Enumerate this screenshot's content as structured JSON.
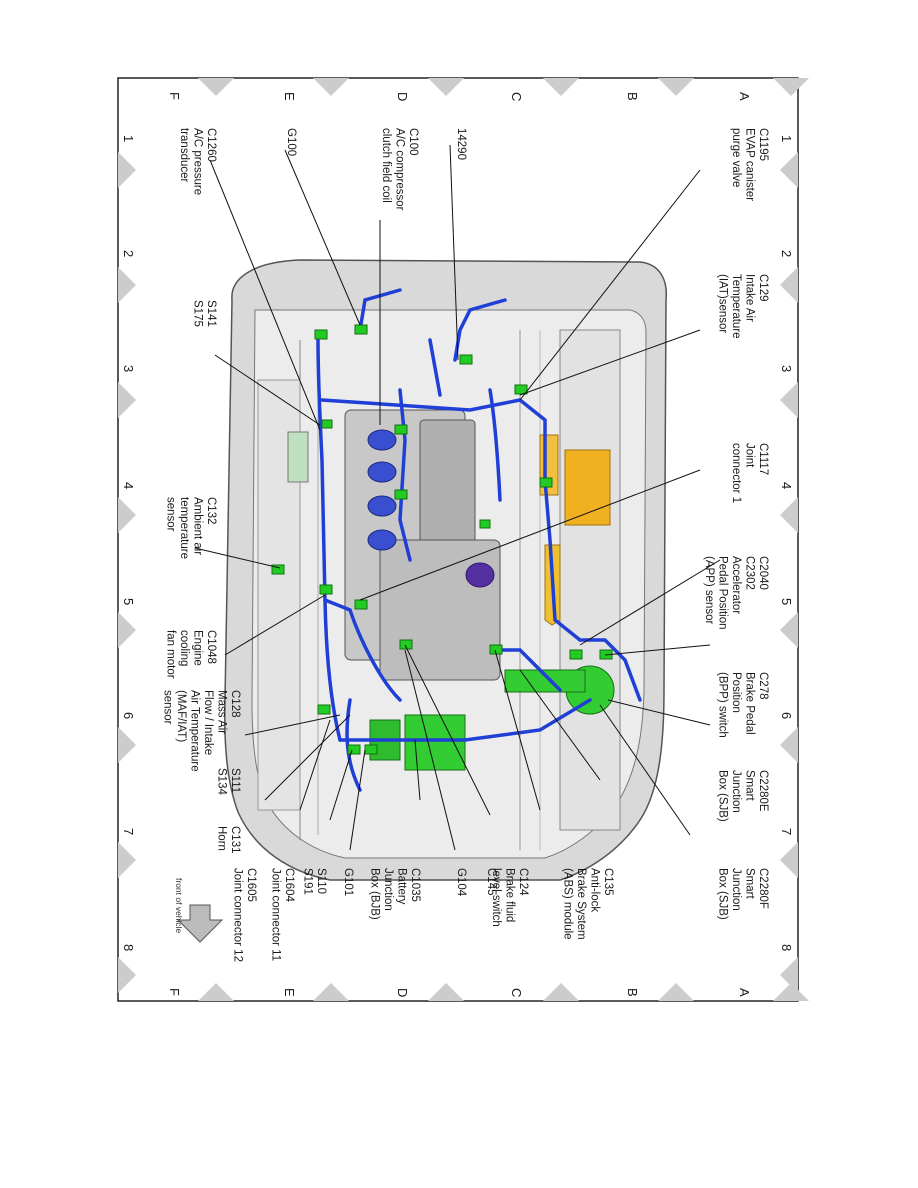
{
  "grid": {
    "top_letters": [
      "A",
      "B",
      "C",
      "D",
      "E",
      "F"
    ],
    "bottom_letters": [
      "A",
      "B",
      "C",
      "D",
      "E",
      "F"
    ],
    "left_numbers": [
      "1",
      "2",
      "3",
      "4",
      "5",
      "6",
      "7",
      "8"
    ],
    "right_numbers": [
      "1",
      "2",
      "3",
      "4",
      "5",
      "6",
      "7",
      "8"
    ]
  },
  "callouts": {
    "c1195": [
      "C1195",
      "EVAP canister",
      "purge valve"
    ],
    "c129": [
      "C129",
      "Intake Air",
      "Temperature",
      "(IAT)sensor"
    ],
    "c1117": [
      "C1117",
      "Joint",
      "connector 1"
    ],
    "c2040": [
      "C2040",
      "C2302",
      "Accelerator",
      "Pedal Position",
      "(APP) sensor"
    ],
    "c278": [
      "C278",
      "Brake Pedal",
      "Position",
      "(BPP) switch"
    ],
    "c2280e": [
      "C2280E",
      "Smart",
      "Junction",
      "Box (SJB)"
    ],
    "c2280f": [
      "C2280F",
      "Smart",
      "Junction",
      "Box (SJB)"
    ],
    "c135": [
      "C135",
      "Anti-lock",
      "Brake System",
      "(ABS) module"
    ],
    "c124": [
      "C124",
      "Brake fluid",
      "level switch"
    ],
    "c145": [
      "C145"
    ],
    "g104": [
      "G104"
    ],
    "c1035": [
      "C1035",
      "Battery",
      "Junction",
      "Box (BJB)"
    ],
    "g101": [
      "G101"
    ],
    "s110": [
      "S110",
      "S191"
    ],
    "c1604": [
      "C1604",
      "Joint connector 11"
    ],
    "c1605": [
      "C1605",
      "Joint connector 12"
    ],
    "c131": [
      "C131",
      "Horn"
    ],
    "s111": [
      "S111",
      "S134"
    ],
    "c128": [
      "C128",
      "Mass Air",
      "Flow / Intake",
      "Air Temperature",
      "(MAF/IAT)",
      "sensor"
    ],
    "c1048": [
      "C1048",
      "Engine",
      "cooling",
      "fan motor"
    ],
    "c132": [
      "C132",
      "Ambient air",
      "temperature",
      "sensor"
    ],
    "s141": [
      "S141",
      "S175"
    ],
    "c1260": [
      "C1260",
      "A/C pressure",
      "transducer"
    ],
    "g100": [
      "G100"
    ],
    "c100": [
      "C100",
      "A/C compressor",
      "clutch field coil"
    ],
    "p14290": [
      "14290"
    ]
  },
  "front_note": "front of vehicle",
  "colors": {
    "harness": "#1f3fd6",
    "connector": "#22cc22",
    "module": "#f0b020",
    "border": "#222222",
    "marker": "#cccccc"
  }
}
